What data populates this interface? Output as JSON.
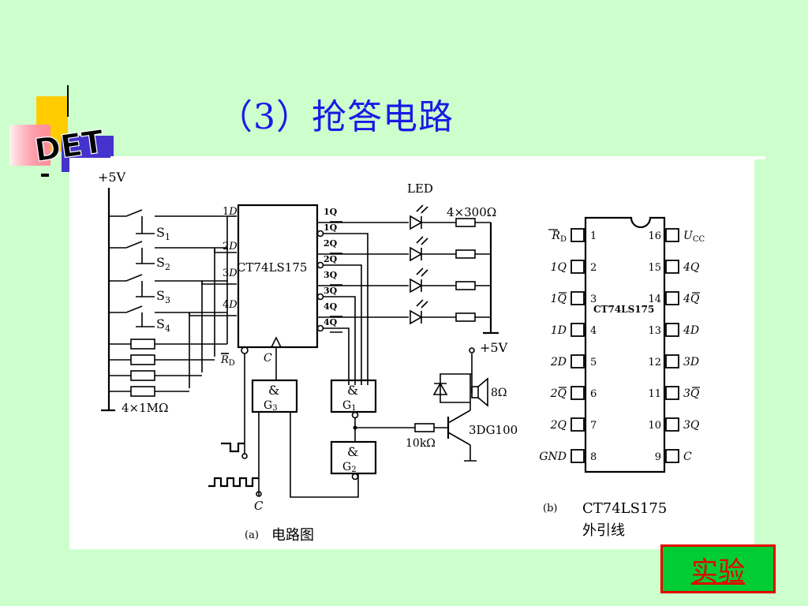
{
  "slide": {
    "title": "（3）抢答电路"
  },
  "logo": {
    "text": "DET"
  },
  "button": {
    "experiment_label": "实验"
  },
  "circuit": {
    "supply_top": "+5V",
    "switches": [
      "S",
      "S",
      "S",
      "S"
    ],
    "switch_subs": [
      "1",
      "2",
      "3",
      "4"
    ],
    "resistor_bank": "4×1MΩ",
    "chip_label": "CT74LS175",
    "d_inputs": [
      "D",
      "D",
      "D",
      "D"
    ],
    "d_prefix": [
      "1",
      "2",
      "3",
      "4"
    ],
    "q_outputs": [
      "1Q",
      "1Q",
      "2Q",
      "2Q",
      "3Q",
      "3Q",
      "4Q",
      "4Q"
    ],
    "reset_label": "R",
    "reset_sub": "D",
    "clock_label": "C",
    "led_label": "LED",
    "led_resistors": "4×300Ω",
    "supply_right": "+5V",
    "gates": [
      {
        "sym": "&",
        "name": "G",
        "sub": "3"
      },
      {
        "sym": "&",
        "name": "G",
        "sub": "1"
      },
      {
        "sym": "&",
        "name": "G",
        "sub": "2"
      }
    ],
    "base_resistor": "10kΩ",
    "transistor": "3DG100",
    "speaker_res": "8Ω",
    "clock_input": "C",
    "caption_a_tag": "(a)",
    "caption_a": "电路图"
  },
  "pinout": {
    "chip_label": "CT74LS175",
    "left_pins": [
      {
        "num": "1",
        "name": "R",
        "sub": "D",
        "bar": true
      },
      {
        "num": "2",
        "name": "1Q",
        "bar": false
      },
      {
        "num": "3",
        "name": "1Q",
        "bar": true
      },
      {
        "num": "4",
        "name": "1D",
        "bar": false
      },
      {
        "num": "5",
        "name": "2D",
        "bar": false
      },
      {
        "num": "6",
        "name": "2Q",
        "bar": true
      },
      {
        "num": "7",
        "name": "2Q",
        "bar": false
      },
      {
        "num": "8",
        "name": "GND",
        "bar": false
      }
    ],
    "right_pins": [
      {
        "num": "16",
        "name": "U",
        "sub": "CC",
        "bar": false
      },
      {
        "num": "15",
        "name": "4Q",
        "bar": false
      },
      {
        "num": "14",
        "name": "4Q",
        "bar": true
      },
      {
        "num": "13",
        "name": "4D",
        "bar": false
      },
      {
        "num": "12",
        "name": "3D",
        "bar": false
      },
      {
        "num": "11",
        "name": "3Q",
        "bar": true
      },
      {
        "num": "10",
        "name": "3Q",
        "bar": false
      },
      {
        "num": "9",
        "name": "C",
        "bar": false
      }
    ],
    "caption_b_tag": "(b)",
    "caption_b_line1": "CT74LS175",
    "caption_b_line2": "外引线"
  }
}
